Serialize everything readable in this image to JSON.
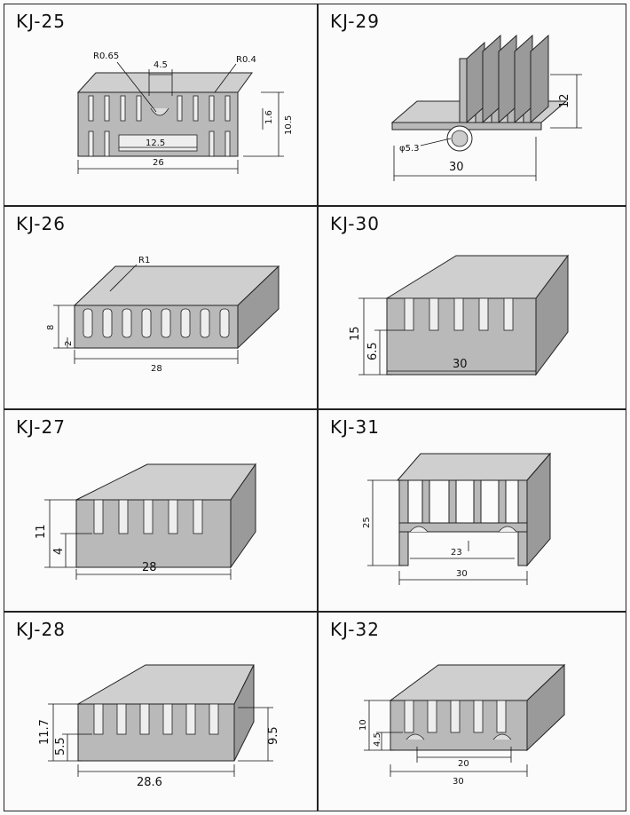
{
  "profiles": [
    {
      "id": "KJ-25",
      "dims": {
        "r_left": "R0.65",
        "r_right": "R0.4",
        "gap": "4.5",
        "height": "10.5",
        "inner": "1.6",
        "slot": "12.5",
        "width": "26"
      }
    },
    {
      "id": "KJ-29",
      "dims": {
        "height": "12",
        "diameter": "φ5.3",
        "width": "30"
      }
    },
    {
      "id": "KJ-26",
      "dims": {
        "radius": "R1",
        "height": "8",
        "base": "2",
        "width": "28"
      }
    },
    {
      "id": "KJ-30",
      "dims": {
        "height": "15",
        "base": "6.5",
        "width": "30"
      }
    },
    {
      "id": "KJ-27",
      "dims": {
        "height": "11",
        "base": "4",
        "width": "28"
      }
    },
    {
      "id": "KJ-31",
      "dims": {
        "height": "25",
        "inner": "23",
        "width": "30"
      }
    },
    {
      "id": "KJ-28",
      "dims": {
        "height": "11.7",
        "base": "5.5",
        "right": "9.5",
        "width": "28.6"
      }
    },
    {
      "id": "KJ-32",
      "dims": {
        "height": "10",
        "base": "4.5",
        "inner": "20",
        "width": "30"
      }
    }
  ]
}
